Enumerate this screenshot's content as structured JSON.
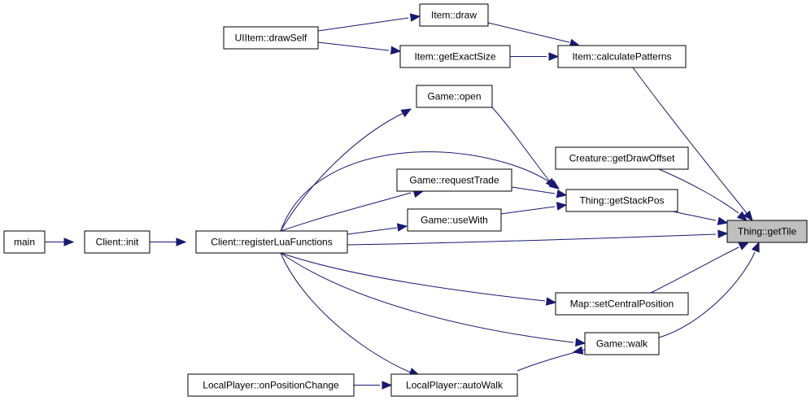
{
  "graph": {
    "edge_color": "#191970",
    "highlight_fill": "#bfbfbf",
    "nodes": {
      "main": "main",
      "client_init": "Client::init",
      "register_lua": "Client::registerLuaFunctions",
      "uiitem_drawself": "UIItem::drawSelf",
      "item_draw": "Item::draw",
      "item_getexactsize": "Item::getExactSize",
      "item_calcpatterns": "Item::calculatePatterns",
      "game_open": "Game::open",
      "creature_getdrawoffset": "Creature::getDrawOffset",
      "game_requesttrade": "Game::requestTrade",
      "thing_getstackpos": "Thing::getStackPos",
      "game_usewith": "Game::useWith",
      "thing_gettile": "Thing::getTile",
      "map_setcentralposition": "Map::setCentralPosition",
      "game_walk": "Game::walk",
      "localplayer_onpositionchange": "LocalPlayer::onPositionChange",
      "localplayer_autowalk": "LocalPlayer::autoWalk"
    }
  }
}
